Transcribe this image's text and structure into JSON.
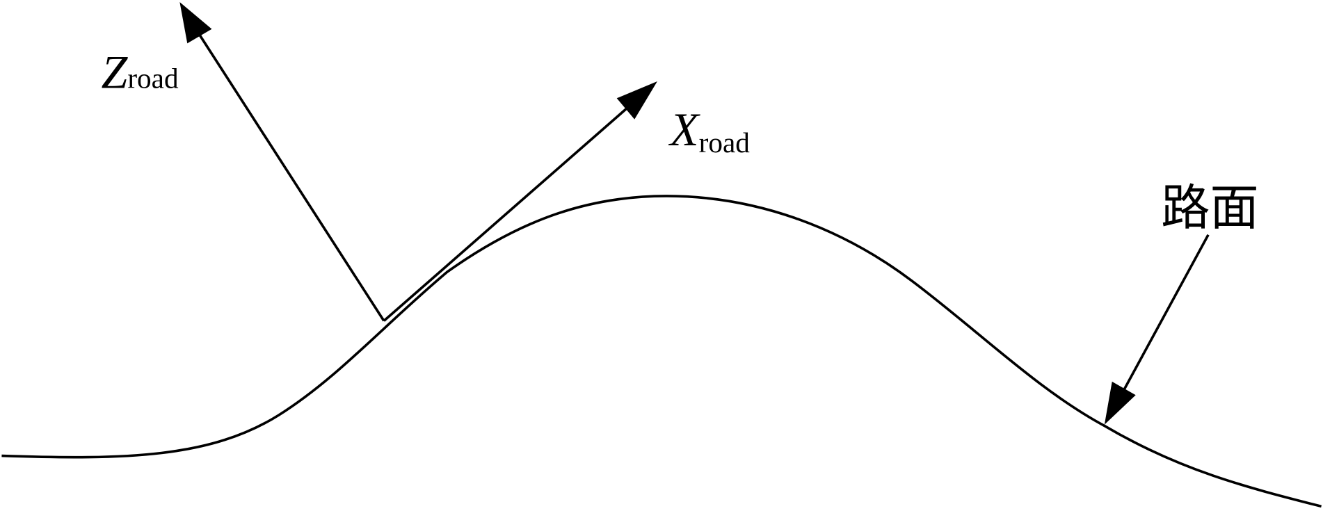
{
  "diagram": {
    "z_axis": {
      "symbol": "Z",
      "subscript": "road"
    },
    "x_axis": {
      "symbol": "X",
      "subscript": "road"
    },
    "surface_label": "路面",
    "colors": {
      "stroke": "#000000",
      "background": "#ffffff"
    }
  }
}
